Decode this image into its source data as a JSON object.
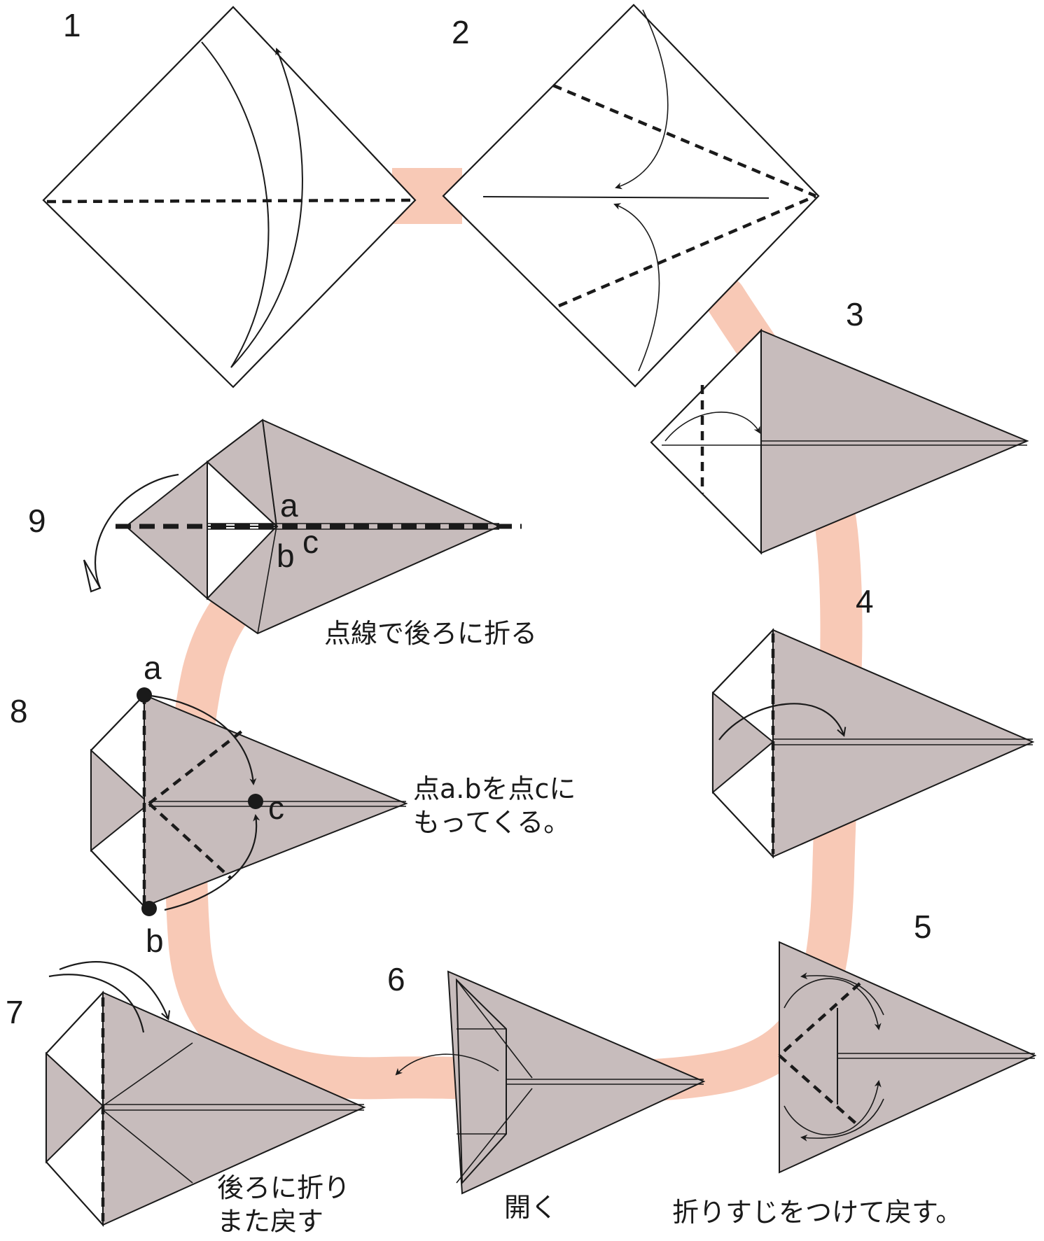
{
  "colors": {
    "path_band": "#f8c9b6",
    "paper_grey": "#c7bcbc",
    "ink": "#1a1a1a"
  },
  "steps": {
    "s1": "1",
    "s2": "2",
    "s3": "3",
    "s4": "4",
    "s5": "5",
    "s6": "6",
    "s7": "7",
    "s8": "8",
    "s9": "9"
  },
  "captions": {
    "step9": "点線で後ろに折る",
    "step8_line1": "点a.bを点cに",
    "step8_line2": "もってくる。",
    "step7_line1": "後ろに折り",
    "step7_line2": "また戻す",
    "step6": "開く",
    "step5": "折りすじをつけて戻す。"
  },
  "points": {
    "a9": "a",
    "b9": "b",
    "c9": "c",
    "a8": "a",
    "b8": "b",
    "c8": "c"
  }
}
